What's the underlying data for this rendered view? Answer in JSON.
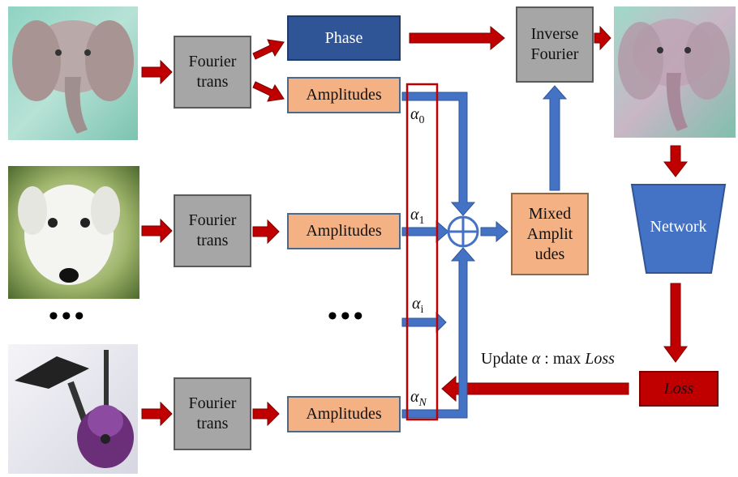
{
  "boxes": {
    "fourier_1": "Fourier trans",
    "fourier_2": "Fourier trans",
    "fourier_3": "Fourier trans",
    "phase": "Phase",
    "amplitudes_1": "Amplitudes",
    "amplitudes_2": "Amplitudes",
    "amplitudes_3": "Amplitudes",
    "inverse_fourier": "Inverse Fourier",
    "mixed_amplitudes": "Mixed Amplit udes",
    "network": "Network",
    "loss": "Loss"
  },
  "alphas": {
    "a0": "α",
    "a0_sub": "0",
    "a1": "α",
    "a1_sub": "1",
    "ai": "α",
    "ai_sub": "i",
    "aN": "α",
    "aN_sub": "N"
  },
  "update_label": {
    "prefix": "Update ",
    "alpha": "α",
    "middle": " : max ",
    "loss": "Loss"
  },
  "ellipsis": "•••",
  "colors": {
    "red_arrow": "#c00000",
    "blue_arrow": "#4472c4",
    "gray_box": "#a6a6a6",
    "amp_box": "#f4b183",
    "phase_box": "#2f5597",
    "network": "#4472c4",
    "loss_box": "#c00000"
  },
  "images": [
    "elephant painting",
    "dog painting",
    "guitars photo",
    "stylized elephant output"
  ]
}
